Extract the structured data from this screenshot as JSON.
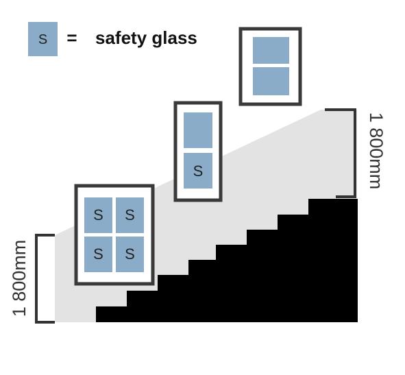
{
  "legend": {
    "symbol": "S",
    "equals": "=",
    "label": "safety glass"
  },
  "pane_label": "S",
  "dimensions": {
    "left": "1 800mm",
    "right": "1 800mm"
  },
  "colors": {
    "glass": "#8aacc8",
    "frame": "#3a3a3a",
    "stairs": "#000000",
    "zone": "#e3e3e3",
    "bracket": "#333333"
  }
}
